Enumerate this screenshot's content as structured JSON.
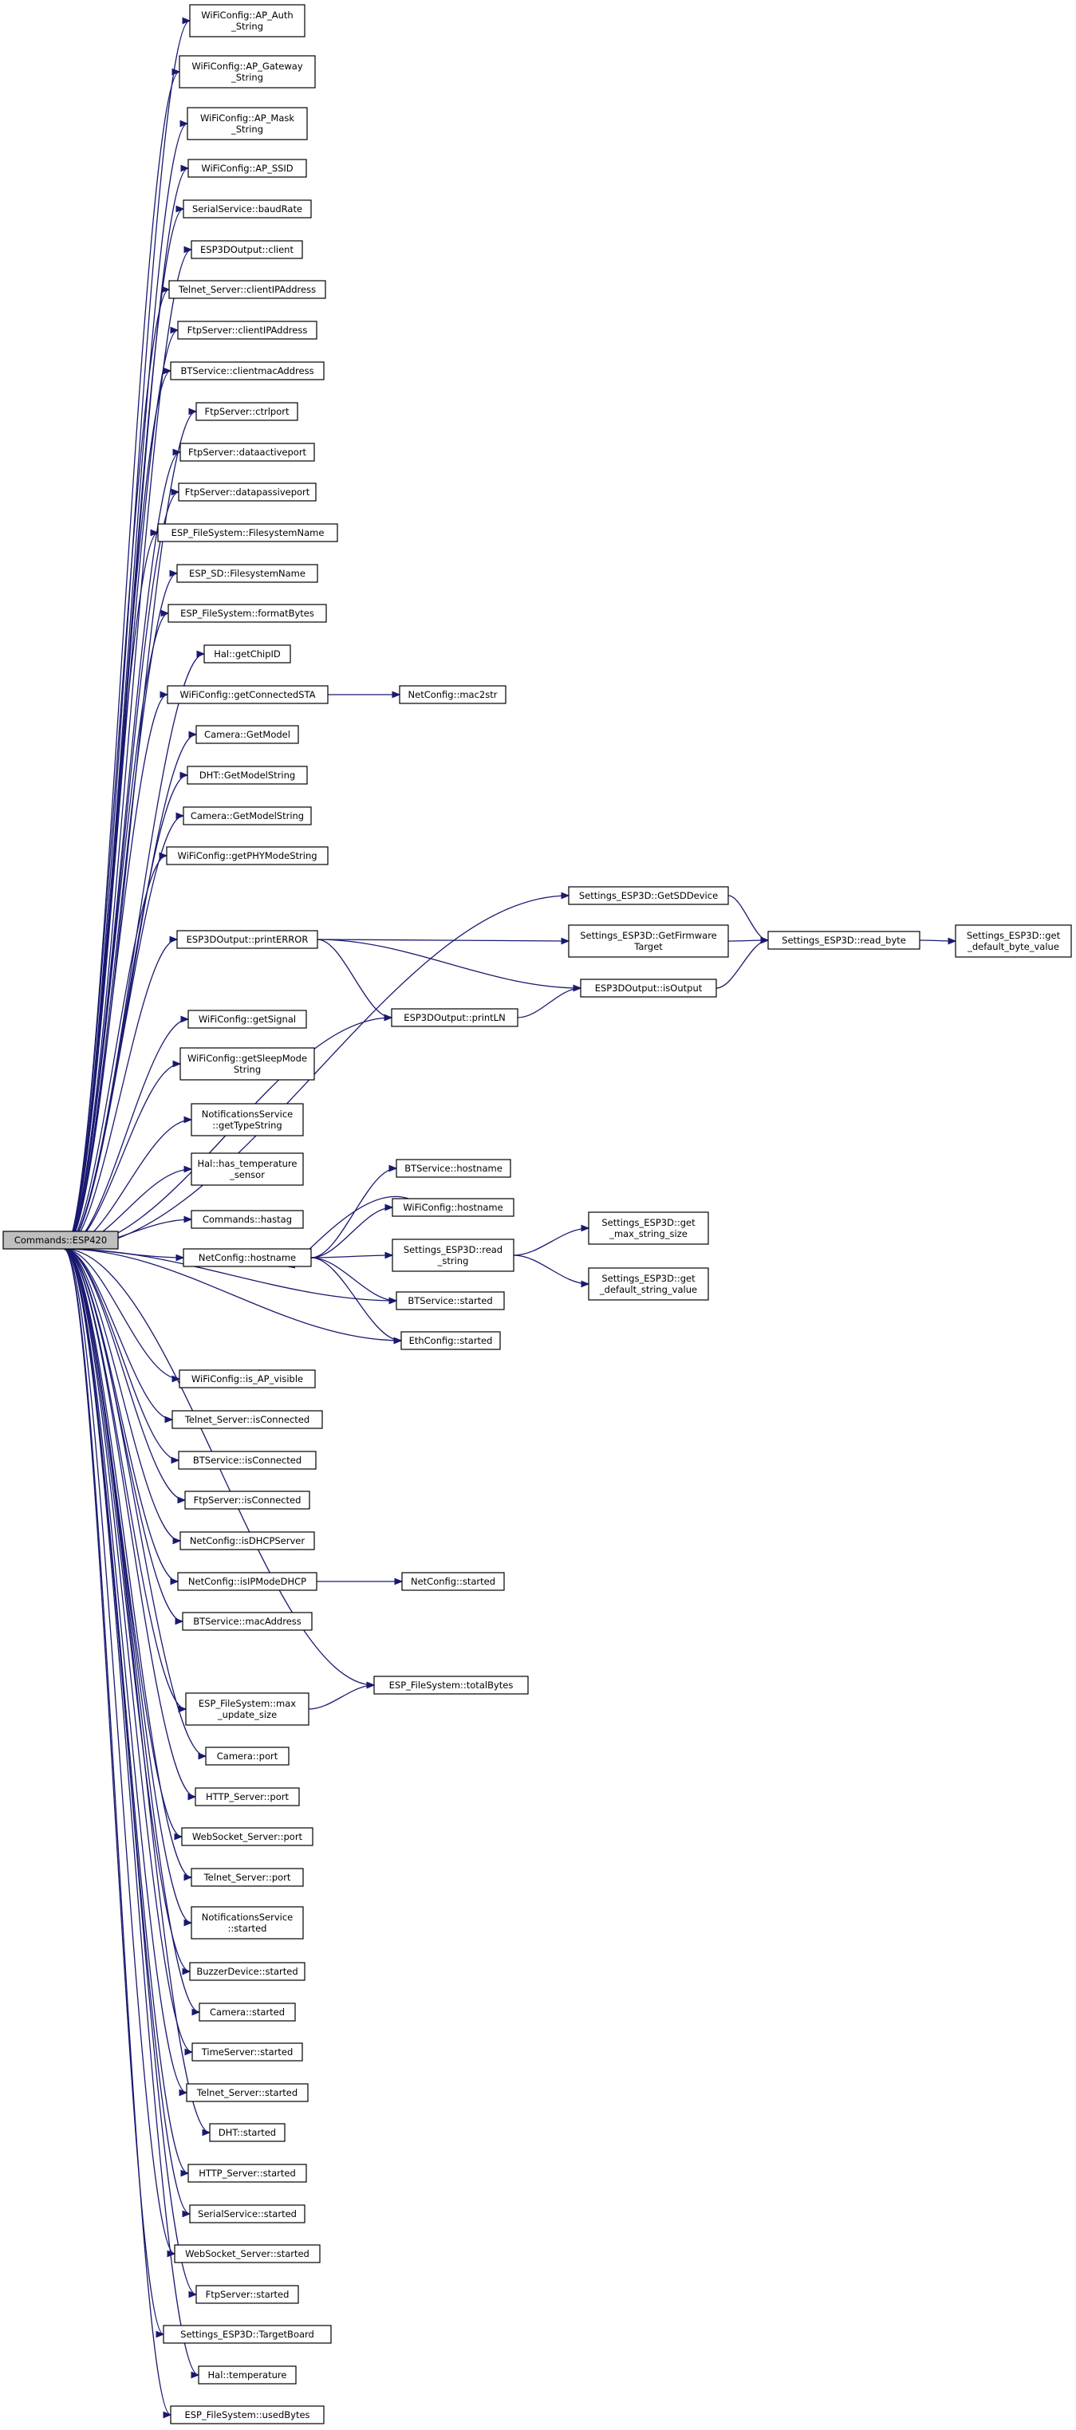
{
  "colors": {
    "edge": "#191970",
    "root_fill": "#bfbfbf",
    "node_fill": "#ffffff",
    "node_border": "#000000"
  },
  "nodes": [
    {
      "id": "root",
      "lines": [
        "Commands::ESP420"
      ]
    },
    {
      "id": "n1",
      "lines": [
        "WiFiConfig::AP_Auth",
        "_String"
      ]
    },
    {
      "id": "n2",
      "lines": [
        "WiFiConfig::AP_Gateway",
        "_String"
      ]
    },
    {
      "id": "n3",
      "lines": [
        "WiFiConfig::AP_Mask",
        "_String"
      ]
    },
    {
      "id": "n4",
      "lines": [
        "WiFiConfig::AP_SSID"
      ]
    },
    {
      "id": "n5",
      "lines": [
        "SerialService::baudRate"
      ]
    },
    {
      "id": "n6",
      "lines": [
        "ESP3DOutput::client"
      ]
    },
    {
      "id": "n7",
      "lines": [
        "Telnet_Server::clientIPAddress"
      ]
    },
    {
      "id": "n8",
      "lines": [
        "FtpServer::clientIPAddress"
      ]
    },
    {
      "id": "n9",
      "lines": [
        "BTService::clientmacAddress"
      ]
    },
    {
      "id": "n10",
      "lines": [
        "FtpServer::ctrlport"
      ]
    },
    {
      "id": "n11",
      "lines": [
        "FtpServer::dataactiveport"
      ]
    },
    {
      "id": "n12",
      "lines": [
        "FtpServer::datapassiveport"
      ]
    },
    {
      "id": "n13",
      "lines": [
        "ESP_FileSystem::FilesystemName"
      ]
    },
    {
      "id": "n14",
      "lines": [
        "ESP_SD::FilesystemName"
      ]
    },
    {
      "id": "n15",
      "lines": [
        "ESP_FileSystem::formatBytes"
      ]
    },
    {
      "id": "n16",
      "lines": [
        "Hal::getChipID"
      ]
    },
    {
      "id": "n17",
      "lines": [
        "WiFiConfig::getConnectedSTA"
      ]
    },
    {
      "id": "n17b",
      "lines": [
        "NetConfig::mac2str"
      ]
    },
    {
      "id": "n18",
      "lines": [
        "Camera::GetModel"
      ]
    },
    {
      "id": "n19",
      "lines": [
        "DHT::GetModelString"
      ]
    },
    {
      "id": "n20",
      "lines": [
        "Camera::GetModelString"
      ]
    },
    {
      "id": "n21",
      "lines": [
        "WiFiConfig::getPHYModeString"
      ]
    },
    {
      "id": "g1",
      "lines": [
        "Settings_ESP3D::GetSDDevice"
      ]
    },
    {
      "id": "pe",
      "lines": [
        "ESP3DOutput::printERROR"
      ]
    },
    {
      "id": "g2",
      "lines": [
        "Settings_ESP3D::GetFirmware",
        "Target"
      ]
    },
    {
      "id": "rb",
      "lines": [
        "Settings_ESP3D::read_byte"
      ]
    },
    {
      "id": "gdb",
      "lines": [
        "Settings_ESP3D::get",
        "_default_byte_value"
      ]
    },
    {
      "id": "io",
      "lines": [
        "ESP3DOutput::isOutput"
      ]
    },
    {
      "id": "pl",
      "lines": [
        "ESP3DOutput::printLN"
      ]
    },
    {
      "id": "n22",
      "lines": [
        "WiFiConfig::getSignal"
      ]
    },
    {
      "id": "n23",
      "lines": [
        "WiFiConfig::getSleepMode",
        "String"
      ]
    },
    {
      "id": "n24",
      "lines": [
        "NotificationsService",
        "::getTypeString"
      ]
    },
    {
      "id": "n25",
      "lines": [
        "Hal::has_temperature",
        "_sensor"
      ]
    },
    {
      "id": "n26",
      "lines": [
        "Commands::hastag"
      ]
    },
    {
      "id": "nh",
      "lines": [
        "NetConfig::hostname"
      ]
    },
    {
      "id": "bh",
      "lines": [
        "BTService::hostname"
      ]
    },
    {
      "id": "wh",
      "lines": [
        "WiFiConfig::hostname"
      ]
    },
    {
      "id": "rs",
      "lines": [
        "Settings_ESP3D::read",
        "_string"
      ]
    },
    {
      "id": "gms",
      "lines": [
        "Settings_ESP3D::get",
        "_max_string_size"
      ]
    },
    {
      "id": "gds",
      "lines": [
        "Settings_ESP3D::get",
        "_default_string_value"
      ]
    },
    {
      "id": "bts",
      "lines": [
        "BTService::started"
      ]
    },
    {
      "id": "es",
      "lines": [
        "EthConfig::started"
      ]
    },
    {
      "id": "n27",
      "lines": [
        "WiFiConfig::is_AP_visible"
      ]
    },
    {
      "id": "n28",
      "lines": [
        "Telnet_Server::isConnected"
      ]
    },
    {
      "id": "n29",
      "lines": [
        "BTService::isConnected"
      ]
    },
    {
      "id": "n30",
      "lines": [
        "FtpServer::isConnected"
      ]
    },
    {
      "id": "n31",
      "lines": [
        "NetConfig::isDHCPServer"
      ]
    },
    {
      "id": "n32",
      "lines": [
        "NetConfig::isIPModeDHCP"
      ]
    },
    {
      "id": "ns",
      "lines": [
        "NetConfig::started"
      ]
    },
    {
      "id": "n33",
      "lines": [
        "BTService::macAddress"
      ]
    },
    {
      "id": "tb",
      "lines": [
        "ESP_FileSystem::totalBytes"
      ]
    },
    {
      "id": "n34",
      "lines": [
        "ESP_FileSystem::max",
        "_update_size"
      ]
    },
    {
      "id": "n35",
      "lines": [
        "Camera::port"
      ]
    },
    {
      "id": "n36",
      "lines": [
        "HTTP_Server::port"
      ]
    },
    {
      "id": "n37",
      "lines": [
        "WebSocket_Server::port"
      ]
    },
    {
      "id": "n38",
      "lines": [
        "Telnet_Server::port"
      ]
    },
    {
      "id": "n39",
      "lines": [
        "NotificationsService",
        "::started"
      ]
    },
    {
      "id": "n40",
      "lines": [
        "BuzzerDevice::started"
      ]
    },
    {
      "id": "n41",
      "lines": [
        "Camera::started"
      ]
    },
    {
      "id": "n42",
      "lines": [
        "TimeServer::started"
      ]
    },
    {
      "id": "n43",
      "lines": [
        "Telnet_Server::started"
      ]
    },
    {
      "id": "n44",
      "lines": [
        "DHT::started"
      ]
    },
    {
      "id": "n45",
      "lines": [
        "HTTP_Server::started"
      ]
    },
    {
      "id": "n46",
      "lines": [
        "SerialService::started"
      ]
    },
    {
      "id": "n47",
      "lines": [
        "WebSocket_Server::started"
      ]
    },
    {
      "id": "n48",
      "lines": [
        "FtpServer::started"
      ]
    },
    {
      "id": "n49",
      "lines": [
        "Settings_ESP3D::TargetBoard"
      ]
    },
    {
      "id": "n50",
      "lines": [
        "Hal::temperature"
      ]
    },
    {
      "id": "n51",
      "lines": [
        "ESP_FileSystem::usedBytes"
      ]
    }
  ]
}
